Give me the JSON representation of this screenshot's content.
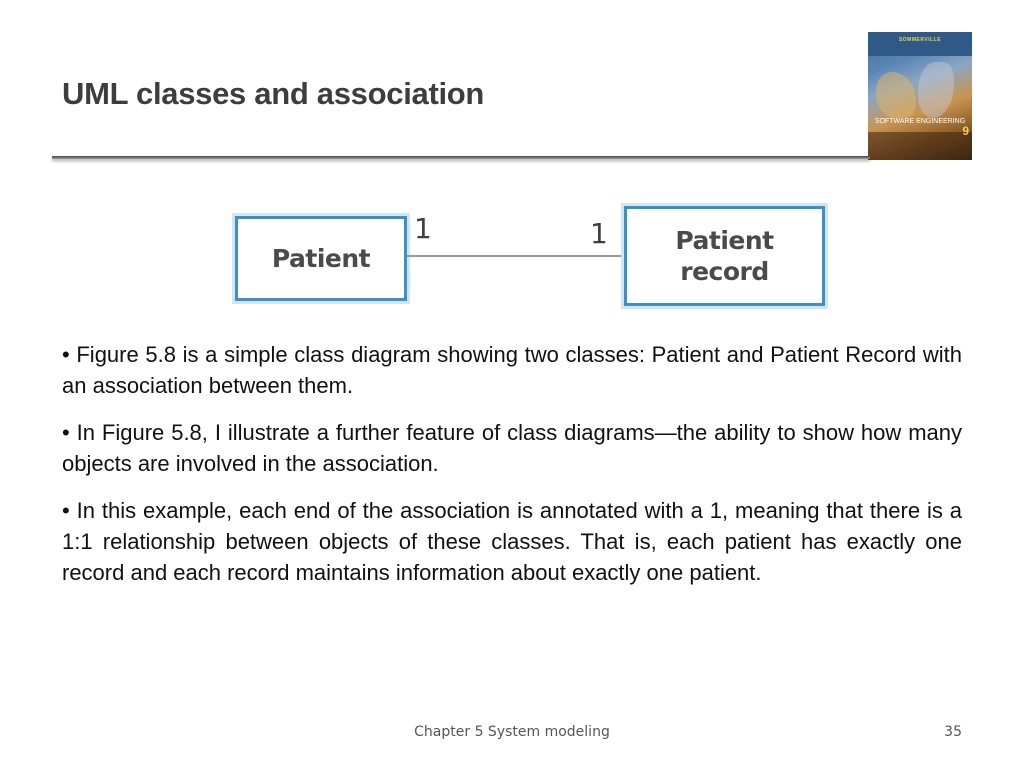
{
  "slide": {
    "title": "UML classes and association"
  },
  "book_cover": {
    "author": "SOMMERVILLE",
    "subtitle": "SOFTWARE ENGINEERING",
    "edition": "9"
  },
  "diagram": {
    "class_left": "Patient",
    "class_right": "Patient record",
    "multiplicity_left": "1",
    "multiplicity_right": "1"
  },
  "bullets": [
    "• Figure 5.8 is a simple class diagram showing two classes: Patient and Patient Record with an association between them.",
    "• In Figure 5.8, I illustrate a further feature of class diagrams—the ability to show how many objects are involved in the association.",
    "• In this example, each end of the association is annotated with a 1, meaning that there is a 1:1 relationship between objects of these classes. That is, each patient has exactly one record and each record maintains information about exactly one patient."
  ],
  "footer": {
    "chapter": "Chapter 5 System modeling",
    "page_number": "35"
  }
}
